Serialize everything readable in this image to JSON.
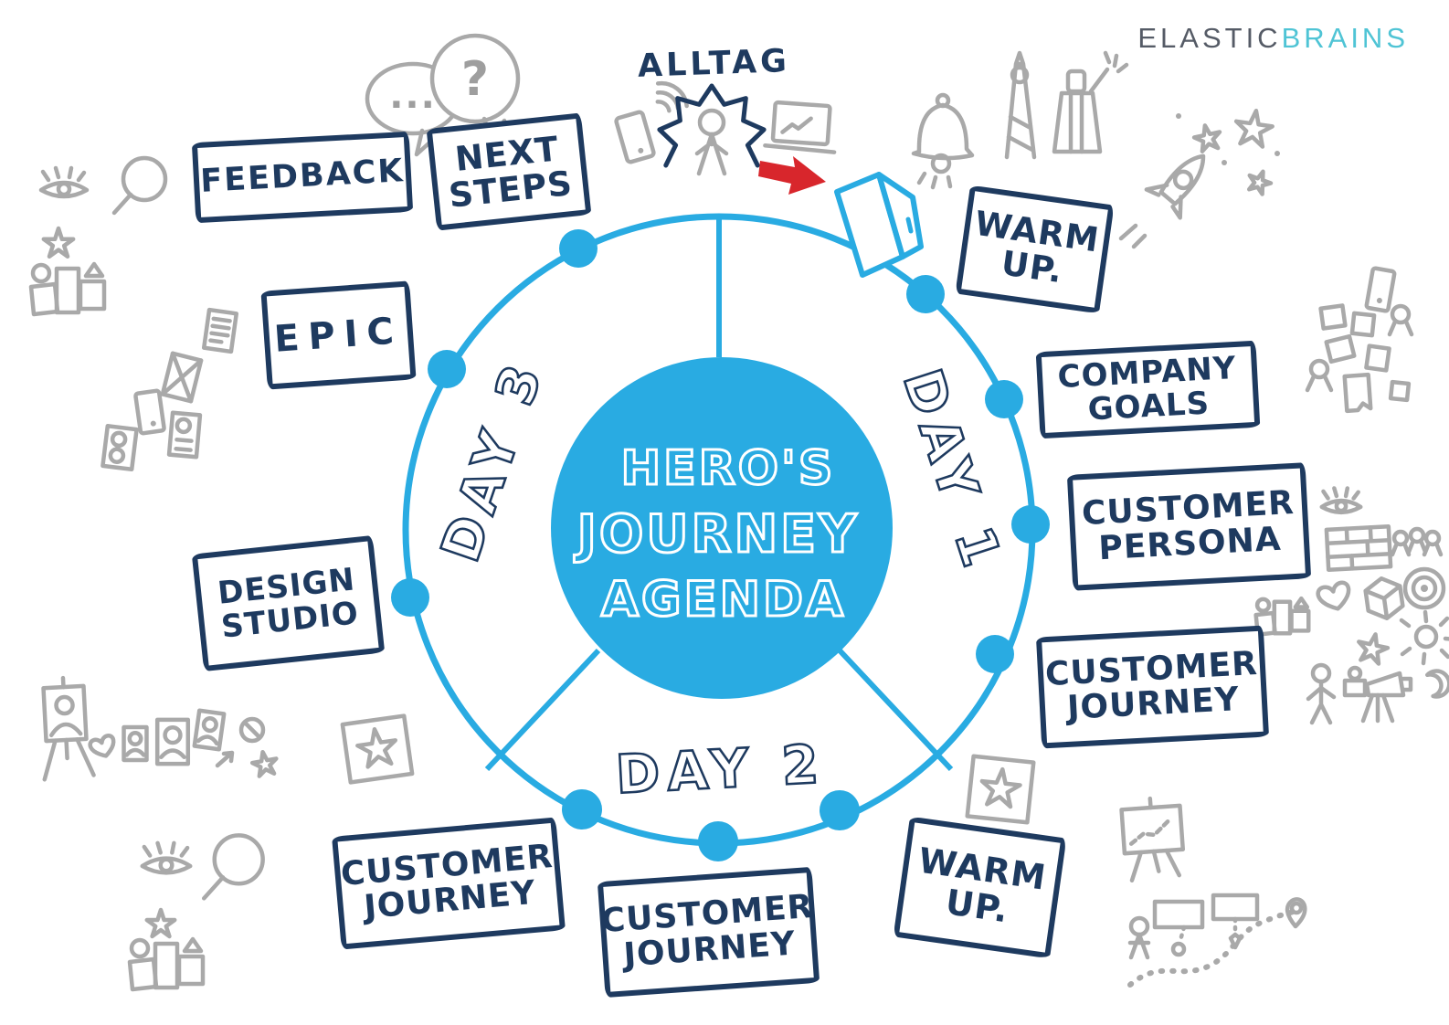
{
  "logo": {
    "primary": "ELASTIC",
    "secondary": "BRAINS"
  },
  "annotation": {
    "alltag": "ALLTAG"
  },
  "center": {
    "title_line1": "HERO'S",
    "title_line2": "JOURNEY",
    "title_line3": "AGENDA"
  },
  "days": {
    "day1": "DAY 1",
    "day2": "DAY 2",
    "day3": "DAY 3"
  },
  "boxes": {
    "feedback": "FEEDBACK",
    "next_steps": "NEXT\nSTEPS",
    "epic": "EPIC",
    "design_studio": "DESIGN\nSTUDIO",
    "customer_journey_bottom_left": "CUSTOMER\nJOURNEY",
    "customer_journey_bottom_center": "CUSTOMER\nJOURNEY",
    "warm_up_bottom_right": "WARM\nUP.",
    "customer_journey_right": "CUSTOMER\nJOURNEY",
    "customer_persona": "CUSTOMER\nPERSONA",
    "company_goals": "COMPANY\nGOALS",
    "warm_up_top_right": "WARM\nUP."
  },
  "doodles": {
    "question_mark": "?",
    "ellipsis": "..."
  },
  "doodle_icons": [
    "speech-bubbles-icon",
    "eye-icon",
    "magnifier-icon",
    "winner-podium-icon",
    "star-icon",
    "documents-icon",
    "envelope-icon",
    "phone-icon",
    "wifi-icon",
    "stressed-person-icon",
    "laptop-chart-icon",
    "red-arrow-icon",
    "open-door-icon",
    "bell-icon",
    "tower-icon",
    "celebrating-person-icon",
    "rocket-icon",
    "sticky-notes-icon",
    "brick-wall-icon",
    "people-icon",
    "heart-icon",
    "cube-icon",
    "target-icon",
    "sun-icon",
    "moon-icon",
    "megaphone-crew-icon",
    "easel-portrait-icon",
    "no-sign-icon",
    "star-in-square-icon",
    "easel-chart-icon",
    "journey-path-icon",
    "location-pin-icon"
  ],
  "colors": {
    "accent_blue": "#29abe2",
    "navy": "#1e3a5f",
    "doodle_gray": "#a9a9a9",
    "arrow_red": "#d8262c",
    "logo_slate": "#555b66",
    "logo_teal": "#4fc4d5"
  }
}
